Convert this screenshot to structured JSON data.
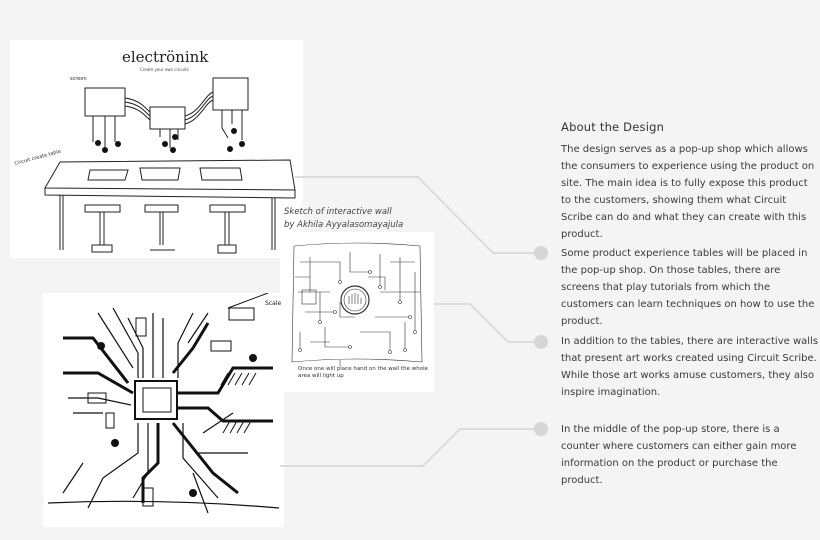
{
  "about": {
    "title": "About the Design",
    "paragraphs": [
      "The design serves as a pop-up shop which allows the consumers to experience using the product on site. The main idea is to fully expose this product to the customers, showing them what Circuit Scribe can do and what they can create with this product.",
      "Some product experience tables will be placed in the pop-up shop. On those tables, there are screens that play tutorials from which the customers can learn techniques on how to use the product.",
      "In addition to the tables, there are interactive walls that present art works created using Circuit Scribe. While those art works amuse customers, they also inspire imagination.",
      "In the middle of the pop-up store, there is a counter where customers can either gain more information on the product or purchase the product."
    ]
  },
  "caption": {
    "line1": "Sketch of interactive wall",
    "line2": "by Akhila Ayyalasomayajula"
  },
  "sketches": {
    "table": {
      "brand": "electrönink",
      "tagline": "Create your own circuits",
      "label_screen": "screen",
      "label_table": "Circuit create table"
    },
    "wall": {
      "note": "Once one will place hand on the wall the whole area will light up"
    },
    "counter": {
      "label": "Scale"
    }
  },
  "colors": {
    "background": "#f4f4f4",
    "connector": "#dcdcdc",
    "dot": "#d6d6d6",
    "text": "#3a3a3a"
  }
}
